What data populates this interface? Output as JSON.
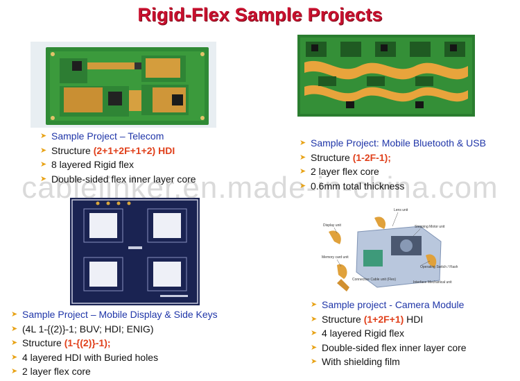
{
  "title": "Rigid-Flex Sample Projects",
  "watermark": "cablelinker.en.made-in-china.com",
  "projects": {
    "telecom": {
      "name": "Sample Project – Telecom",
      "structure_label": "Structure ",
      "structure_value": "(2+1+2F+1+2) HDI",
      "line3": "8 layered Rigid flex",
      "line4": "Double-sided flex inner layer core"
    },
    "bluetooth": {
      "name": "Sample Project: Mobile Bluetooth & USB",
      "structure_label": "Structure ",
      "structure_value": "(1-2F-1);",
      "line3": "2 layer flex core",
      "line4": "0.6mm total thickness"
    },
    "display": {
      "name": "Sample Project – Mobile Display & Side Keys",
      "line2": "(4L 1-{(2)}-1; BUV; HDI; ENIG)",
      "structure_label": "Structure ",
      "structure_value": "(1-{(2)}-1);",
      "line4": "4 layered HDI with Buried holes",
      "line5": "2 layer flex core"
    },
    "camera": {
      "name": "Sample project - Camera Module",
      "structure_label": "Structure ",
      "structure_value": "(1+2F+1)",
      "structure_suffix": " HDI",
      "line3": "4 layered Rigid flex",
      "line4": "Double-sided flex inner layer core",
      "line5": "With shielding film"
    }
  },
  "camera_diagram": {
    "labels": {
      "lens": "Lens unit",
      "display": "Display unit",
      "stepping": "Stepping Motor unit",
      "memory": "Memory card unit",
      "operating": "Operating Switch / Flash",
      "connective": "Connective Cable unit (Flex)",
      "interface": "Interface Mechanical unit"
    }
  },
  "colors": {
    "title": "#c8102e",
    "project_name": "#1f35a8",
    "structure_value": "#e0401b",
    "bullet_arrow": "#e8a317",
    "pcb_green": "#2f8a35",
    "pcb_navy": "#1a2352",
    "flex_amber": "#d29a3c"
  },
  "icons": {
    "bullet": "arrow-bullet-icon"
  }
}
